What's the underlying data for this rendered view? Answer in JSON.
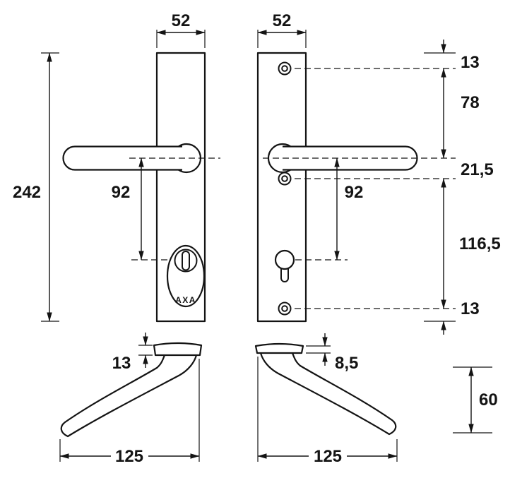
{
  "drawing": {
    "brand": "AXA",
    "labels": {
      "plate_width_left": "52",
      "plate_width_right": "52",
      "plate_height": "242",
      "handle_to_cylinder_left": "92",
      "handle_to_cylinder_right": "92",
      "edge_to_top_hole": "13",
      "top_hole_to_handle": "78",
      "handle_to_mid_hole": "21,5",
      "mid_to_bottom_hole": "116,5",
      "bottom_hole_to_edge": "13",
      "rose_height_left": "13",
      "rose_height_right": "8,5",
      "handle_length_left": "125",
      "handle_length_right": "125",
      "handle_projection": "60"
    }
  }
}
